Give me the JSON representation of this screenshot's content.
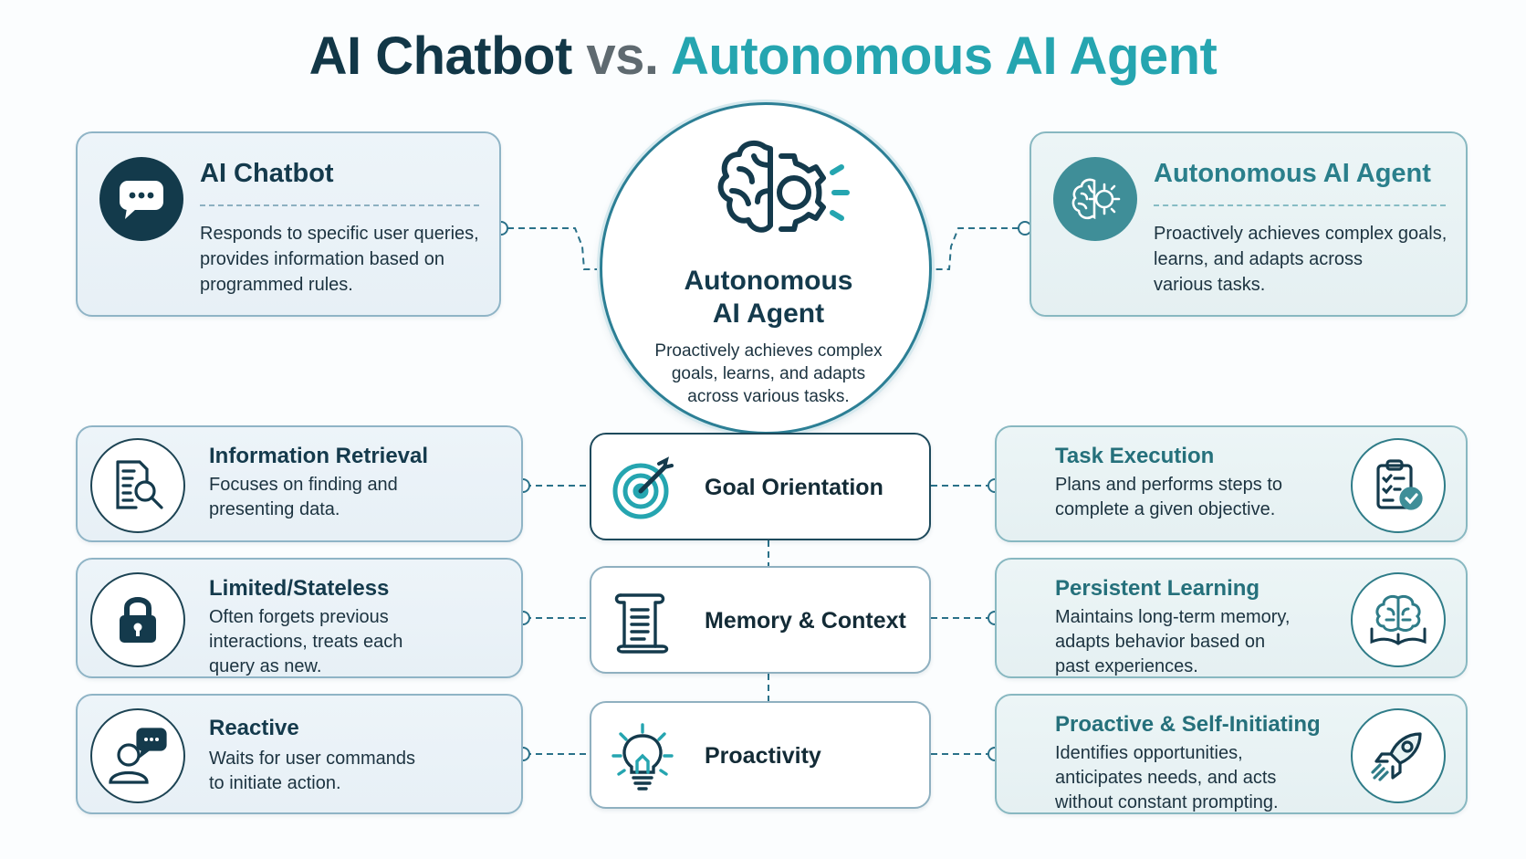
{
  "title": {
    "part1": "AI Chatbot",
    "part2": "vs.",
    "part3": "Autonomous AI Agent"
  },
  "chatbot": {
    "title": "AI Chatbot",
    "desc_lines": [
      "Responds to specific user queries,",
      "provides information based on",
      "programmed rules."
    ],
    "icon": "chat-bubble-icon"
  },
  "agent": {
    "title": "Autonomous AI Agent",
    "desc_lines": [
      "Proactively achieves complex goals,",
      "learns, and adapts across",
      "various tasks."
    ],
    "icon": "brain-gear-icon"
  },
  "center": {
    "title_lines": [
      "Autonomous",
      "AI Agent"
    ],
    "desc_lines": [
      "Proactively achieves complex",
      "goals, learns, and adapts",
      "across various tasks."
    ],
    "icon": "brain-gear-icon"
  },
  "dimensions": [
    {
      "label": "Goal Orientation",
      "icon": "target-icon",
      "chatbot": {
        "title": "Information Retrieval",
        "desc_lines": [
          "Focuses on finding and",
          "presenting data."
        ],
        "icon": "document-search-icon"
      },
      "agent": {
        "title": "Task Execution",
        "desc_lines": [
          "Plans and performs steps to",
          "complete a given objective."
        ],
        "icon": "clipboard-check-icon"
      }
    },
    {
      "label": "Memory & Context",
      "icon": "scroll-icon",
      "chatbot": {
        "title": "Limited/Stateless",
        "desc_lines": [
          "Often forgets previous",
          "interactions, treats each",
          "query as new."
        ],
        "icon": "lock-icon"
      },
      "agent": {
        "title": "Persistent Learning",
        "desc_lines": [
          "Maintains long-term memory,",
          "adapts behavior based on",
          "past experiences."
        ],
        "icon": "brain-book-icon"
      }
    },
    {
      "label": "Proactivity",
      "icon": "lightbulb-icon",
      "chatbot": {
        "title": "Reactive",
        "desc_lines": [
          "Waits for user commands",
          "to initiate action."
        ],
        "icon": "user-chat-icon"
      },
      "agent": {
        "title": "Proactive & Self-Initiating",
        "desc_lines": [
          "Identifies opportunities,",
          "anticipates needs, and acts",
          "without constant prompting."
        ],
        "icon": "rocket-icon"
      }
    }
  ],
  "colors": {
    "navy": "#133a4b",
    "teal": "#25a5b0",
    "gray": "#5f6a70",
    "card_border": "#8fb4c6"
  }
}
